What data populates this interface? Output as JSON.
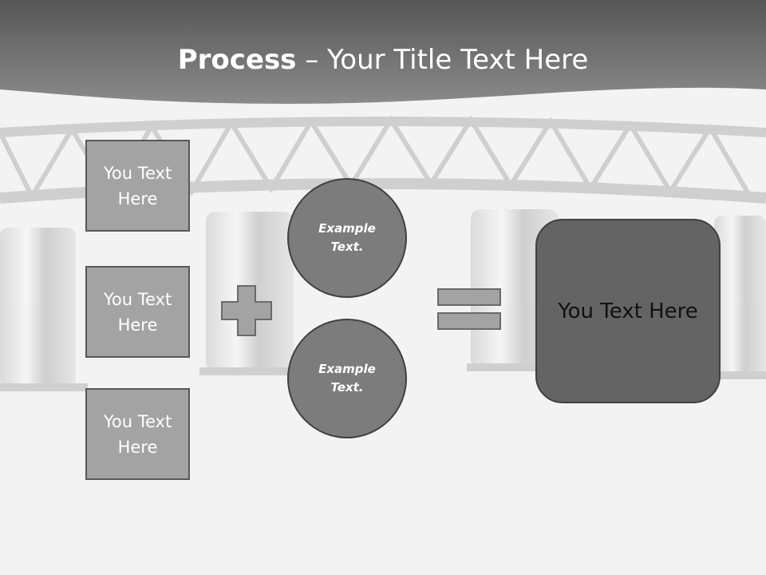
{
  "title": {
    "bold": "Process",
    "rest": " – Your Title Text Here"
  },
  "left_boxes": [
    "You Text Here",
    "You Text Here",
    "You Text Here"
  ],
  "circles": [
    "Example Text.",
    "Example Text."
  ],
  "result": "You Text Here",
  "colors": {
    "header": "#6b6b6b",
    "box": "#a3a3a3",
    "circle": "#7c7c7c",
    "result": "#646464",
    "outline": "#404040"
  }
}
